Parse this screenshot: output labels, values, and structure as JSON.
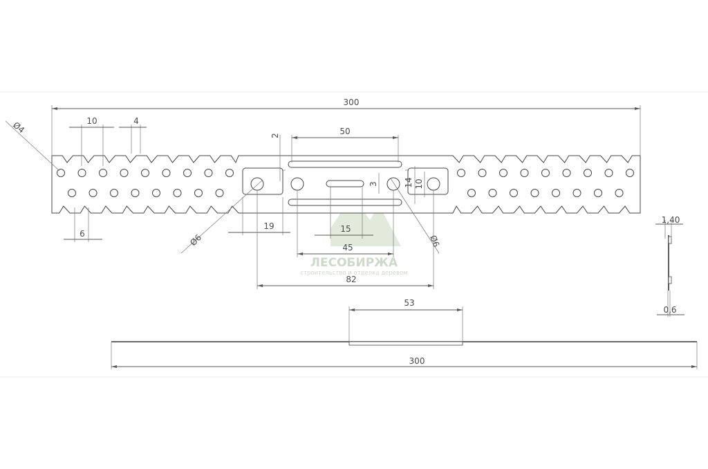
{
  "dimensions": {
    "top_total_length": "300",
    "hole_pitch": "10",
    "tooth_width": "4",
    "small_hole_diameter": "Ø4",
    "tooth_pitch": "6",
    "slot_offset": "2",
    "center_slot_length": "50",
    "small_slot_width": "3",
    "slot_height_outer": "14",
    "slot_height_inner": "10",
    "end_slot_length": "19",
    "large_hole_diameter_left": "Ø6",
    "large_hole_diameter_right": "Ø6",
    "inner_slot_length": "15",
    "large_hole_span": "45",
    "slot_span": "82",
    "side_thickness_outer": "1,40",
    "side_thickness_inner": "0,6",
    "bottom_plate_width": "53",
    "bottom_total_length": "300"
  },
  "watermark": {
    "title": "ЛЕСОБИРЖА",
    "subtitle": "строительство и отделка деревом",
    "color": "#c9d6c4"
  },
  "colors": {
    "line": "#555555",
    "text": "#4a4a4a"
  }
}
